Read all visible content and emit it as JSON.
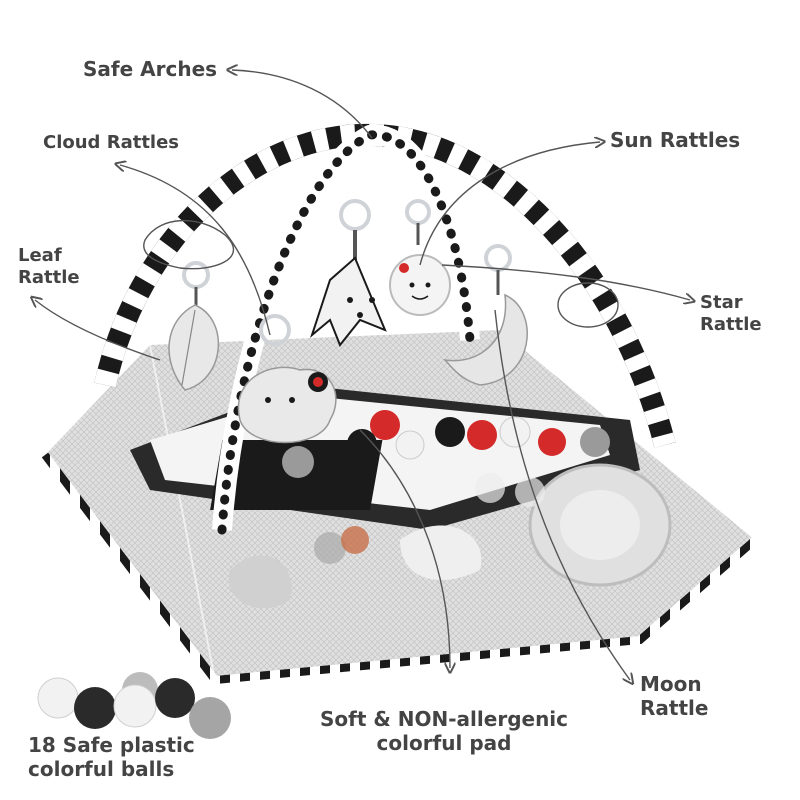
{
  "labels": {
    "safe_arches": "Safe Arches",
    "cloud_rattles": "Cloud Rattles",
    "sun_rattles": "Sun Rattles",
    "leaf_rattle": [
      "Leaf",
      "Rattle"
    ],
    "star_rattle": [
      "Star",
      "Rattle"
    ],
    "moon_rattle": [
      "Moon",
      "Rattle"
    ],
    "pad": [
      "Soft & NON-allergenic",
      "colorful pad"
    ],
    "balls": [
      "18 Safe plastic",
      "colorful balls"
    ]
  },
  "colors": {
    "text": "#444444",
    "arrow": "#555555",
    "black": "#1a1a1a",
    "red": "#d42a2a",
    "grey": "#9a9a9a",
    "white_ball": "#f2f2f2",
    "mesh": "#cfcfcf"
  }
}
